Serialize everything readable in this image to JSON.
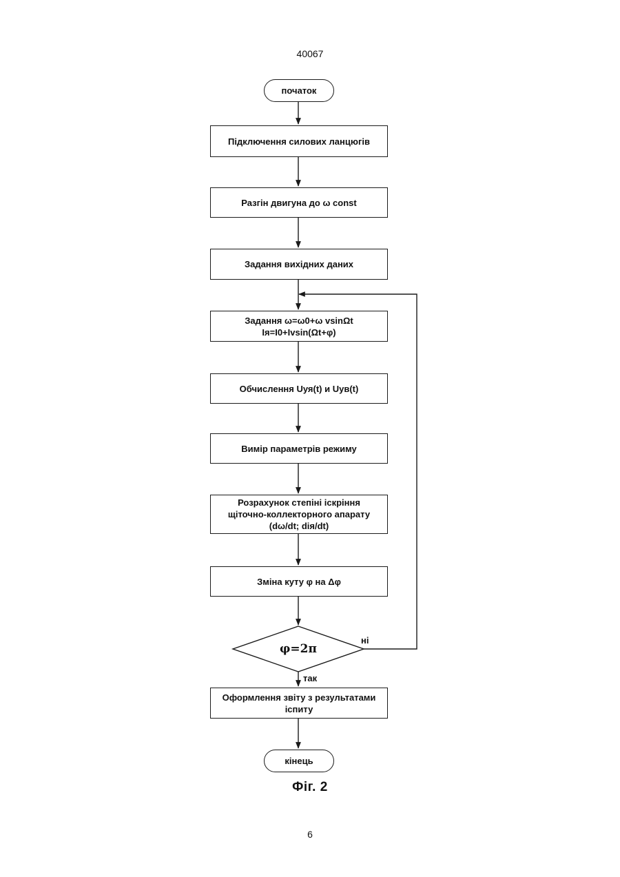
{
  "header": {
    "doc_number": "40067"
  },
  "flowchart": {
    "start": "початок",
    "steps": [
      {
        "lines": [
          "Підключення силових ланцюгів"
        ]
      },
      {
        "lines": [
          "Разгін двигуна до ω const"
        ]
      },
      {
        "lines": [
          "Задання вихідних даних"
        ]
      },
      {
        "lines": [
          "Задання ω=ω0+ω vsinΩt",
          "Iя=I0+Ivsin(Ωt+φ)"
        ]
      },
      {
        "lines": [
          "Обчислення Uуя(t) и Uув(t)"
        ]
      },
      {
        "lines": [
          "Вимір параметрів режиму"
        ]
      },
      {
        "lines": [
          "Розрахунок степіні іскріння",
          "щіточно-коллекторного апарату",
          "(dω/dt; diя/dt)"
        ]
      },
      {
        "lines": [
          "Зміна куту φ на Δφ"
        ]
      }
    ],
    "decision": {
      "condition": "φ=2π",
      "no_label": "ні",
      "yes_label": "так"
    },
    "report_step": {
      "lines": [
        "Оформлення звіту з результатами",
        "іспиту"
      ]
    },
    "end": "кінець"
  },
  "figure_caption": "Фіг. 2",
  "page_number": "6"
}
